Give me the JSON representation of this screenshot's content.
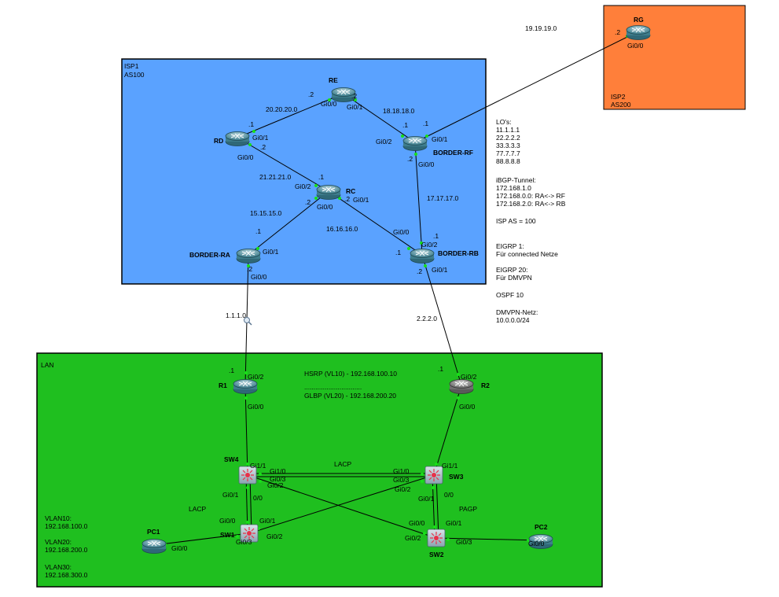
{
  "zones": {
    "isp1": {
      "name": "ISP1",
      "as": "AS100",
      "color": "#5aa2ff"
    },
    "isp2": {
      "name": "ISP2",
      "as": "AS200",
      "color": "#ff7f3a"
    },
    "lan": {
      "name": "LAN",
      "color": "#1fbf1f"
    }
  },
  "devices": {
    "re": "RE",
    "rd": "RD",
    "rc": "RC",
    "border_rf": "BORDER-RF",
    "border_ra": "BORDER-RA",
    "border_rb": "BORDER-RB",
    "rg": "RG",
    "r1": "R1",
    "r2": "R2",
    "sw1": "SW1",
    "sw2": "SW2",
    "sw3": "SW3",
    "sw4": "SW4",
    "pc1": "PC1",
    "pc2": "PC2"
  },
  "networks": {
    "n20": "20.20.20.0",
    "n18": "18.18.18.0",
    "n21": "21.21.21.0",
    "n15": "15.15.15.0",
    "n16": "16.16.16.0",
    "n17": "17.17.17.0",
    "n19": "19.19.19.0",
    "n1": "1.1.1.0",
    "n2": "2.2.2.0"
  },
  "ports": {
    "re_l": ".2",
    "re_r": ".2",
    "re_gi00": "Gi0/0",
    "re_gi01": "Gi0/1",
    "rd_1": ".1",
    "rd_gi01": "Gi0/1",
    "rd_2": ".2",
    "rd_gi00": "Gi0/0",
    "rf_1a": ".1",
    "rf_1b": ".1",
    "rf_gi02": "Gi0/2",
    "rf_gi01": "Gi0/1",
    "rf_2": ".2",
    "rf_gi00": "Gi0/0",
    "rc_1": ".1",
    "rc_gi02": "Gi0/2",
    "rc_2a": ".2",
    "rc_gi00": "Gi0/0",
    "rc_2b": ".2",
    "rc_gi01": "Gi0/1",
    "ra_1": ".1",
    "ra_gi01": "Gi0/1",
    "ra_2": ".2",
    "ra_gi00": "Gi0/0",
    "rb_gi00": "Gi0/0",
    "rb_1a": ".1",
    "rb_gi02": "Gi0/2",
    "rb_1b": ".1",
    "rb_2": ".2",
    "rb_gi01": "Gi0/1",
    "rg_2": ".2",
    "rg_gi00": "Gi0/0",
    "r1_1": ".1",
    "r1_gi02": "Gi0/2",
    "r1_gi00": "Gi0/0",
    "r2_1": ".1",
    "r2_gi02": "Gi0/2",
    "r2_gi00": "Gi0/0",
    "sw4_gi11": "Gi1/1",
    "sw4_gi10": "Gi1/0",
    "sw4_gi03": "Gi0/3",
    "sw4_gi02": "Gi0/2",
    "sw4_gi01": "Gi0/1",
    "sw4_00": "0/0",
    "sw3_gi11": "Gi1/1",
    "sw3_gi10": "Gi1/0",
    "sw3_gi03": "Gi0/3",
    "sw3_gi02": "Gi0/2",
    "sw3_gi01": "Gi0/1",
    "sw3_00": "0/0",
    "sw1_gi00": "Gi0/0",
    "sw1_gi01": "Gi0/1",
    "sw1_gi02": "Gi0/2",
    "sw1_gi03": "Gi0/3",
    "sw2_gi00": "Gi0/0",
    "sw2_gi01": "Gi0/1",
    "sw2_gi02": "Gi0/2",
    "sw2_gi03": "Gi0/3",
    "pc1_gi00": "Gi0/0",
    "pc2_gi00": "Gi0/0"
  },
  "link_labels": {
    "lacp_top": "LACP",
    "lacp_left": "LACP",
    "pagp": "PAGP"
  },
  "lan_annotations": {
    "hsrp": "HSRP (VL10) - 192.168.100.10",
    "dots": "...............................",
    "glbp": "GLBP (VL20) - 192.168.200.20"
  },
  "vlans": [
    "VLAN10:",
    "192.168.100.0",
    "VLAN20:",
    "192.168.200.0",
    "VLAN30:",
    "192.168.300.0"
  ],
  "notes": [
    "LO's:",
    "11.1.1.1",
    "22.2.2.2",
    "33.3.3.3",
    "77.7.7.7",
    "88.8.8.8",
    "iBGP-Tunnel:",
    "172.168.1.0",
    "172.168.0.0: RA<-> RF",
    "172.168.2.0: RA<-> RB",
    "ISP AS = 100",
    "EIGRP 1:",
    "Für connected Netze",
    "EIGRP 20:",
    "Für DMVPN",
    "OSPF 10",
    "DMVPN-Netz:",
    "10.0.0.0/24"
  ]
}
